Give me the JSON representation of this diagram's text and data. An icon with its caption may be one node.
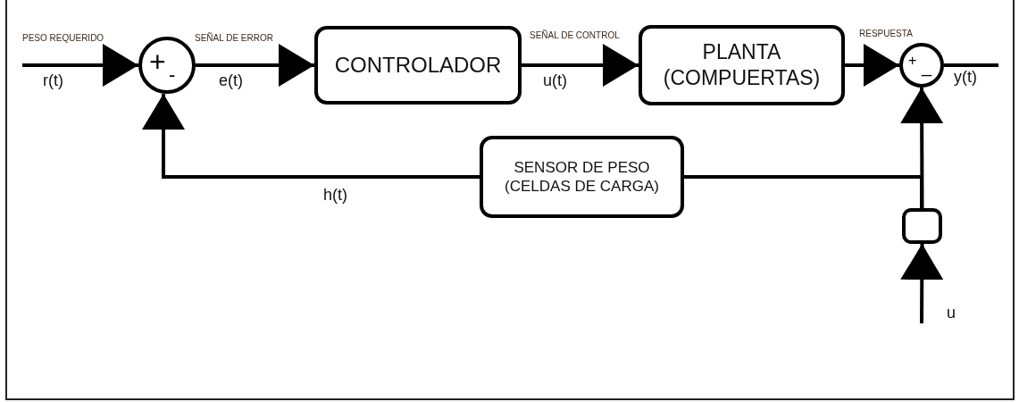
{
  "diagram": {
    "nodes": [
      {
        "text": [
          "+",
          "-"
        ]
      },
      {
        "text": [
          "CONTROLADOR"
        ]
      },
      {
        "text": [
          "PLANTA (COMPUERTAS)"
        ]
      },
      {
        "text": [
          "+",
          "_"
        ]
      },
      {
        "text": [
          "SENSOR DE PESO (CELDAS DE CARGA)"
        ]
      },
      {
        "text": [],
        "shape": "box"
      }
    ],
    "edges": [
      {
        "from": null,
        "to": 0,
        "arrow": "to"
      },
      {
        "from": 0,
        "to": 1,
        "arrow": "to"
      },
      {
        "from": 1,
        "to": 2,
        "arrow": "to"
      },
      {
        "from": 2,
        "to": 3,
        "arrow": "to"
      },
      {
        "from": 3,
        "to": null,
        "arrow": "none"
      },
      {
        "from": 5,
        "to": 3,
        "arrow": "to"
      },
      {
        "from": null,
        "to": 5,
        "arrow": "to"
      },
      {
        "from": 5,
        "to": 4,
        "arrow": "none"
      },
      {
        "from": 4,
        "to": 0,
        "arrow": "to"
      }
    ],
    "labels": [
      "PESO REQUERIDO",
      "r(t)",
      "SEÑAL DE ERROR",
      "e(t)",
      "SEÑAL DE CONTROL",
      "u(t)",
      "RESPUESTA",
      "y(t)",
      "h(t)",
      "u"
    ]
  }
}
